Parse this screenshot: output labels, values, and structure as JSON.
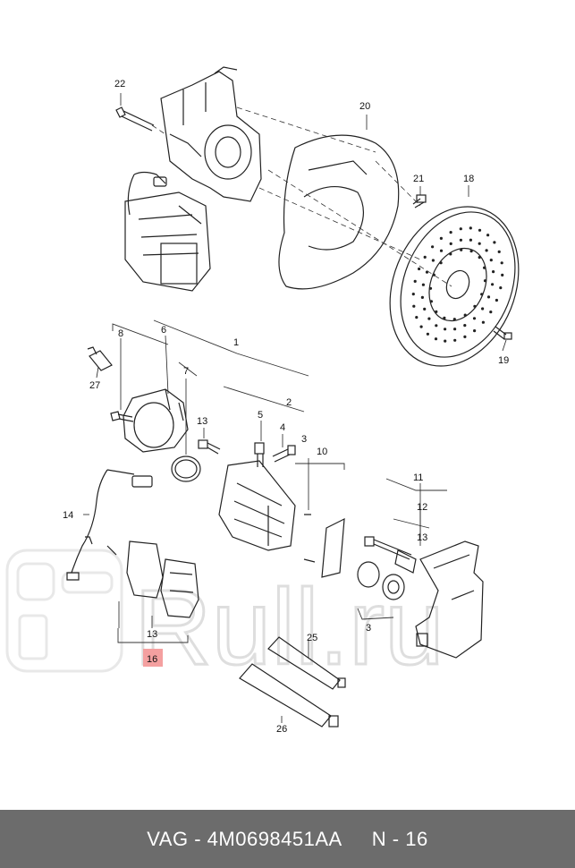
{
  "labels": {
    "p22": "22",
    "p20": "20",
    "p21": "21",
    "p18": "18",
    "p19": "19",
    "p8": "8",
    "p6": "6",
    "p1": "1",
    "p7": "7",
    "p27": "27",
    "p13a": "13",
    "p5": "5",
    "p4": "4",
    "p3a": "3",
    "p2": "2",
    "p10": "10",
    "p14": "14",
    "p11": "11",
    "p12": "12",
    "p13b": "13",
    "p3b": "3",
    "p13c": "13",
    "p16": "16",
    "p25": "25",
    "p26": "26"
  },
  "watermark": "Rull.ru",
  "highlight_color": "#f4a0a0",
  "footer": {
    "brand": "VAG",
    "sep": " - ",
    "part_number": "4M0698451AA",
    "gap": "     ",
    "position_prefix": "N - ",
    "position": "16"
  }
}
